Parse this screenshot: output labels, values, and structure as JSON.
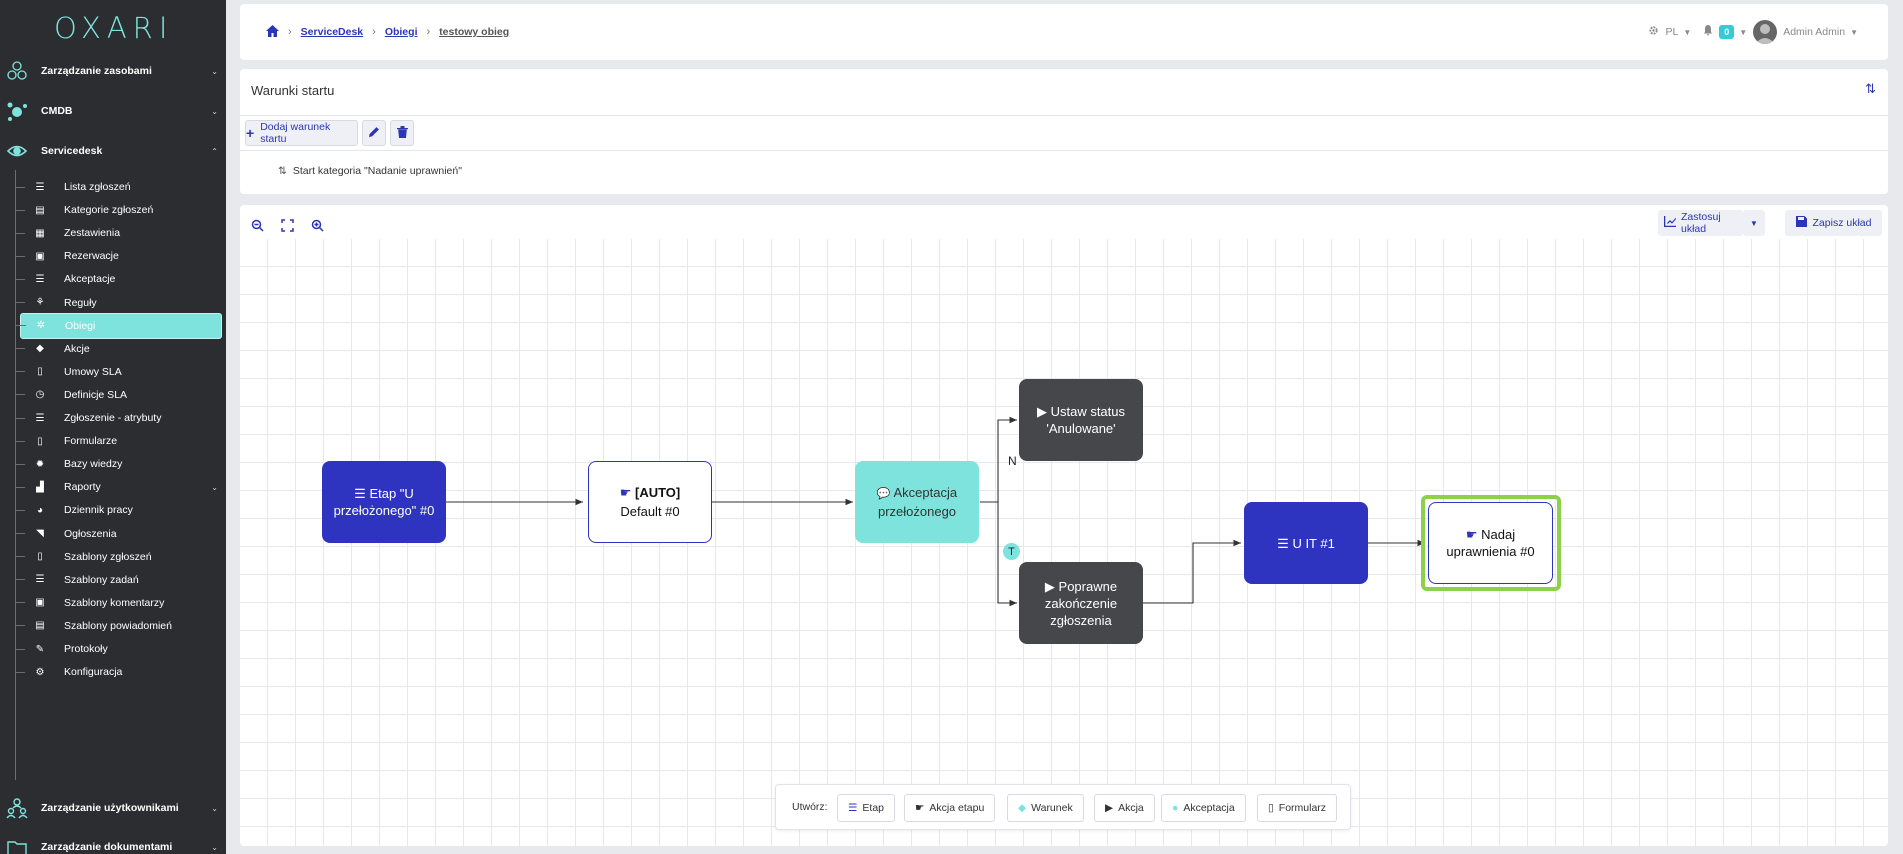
{
  "brand": {
    "logo": "OXARI",
    "accent": "#7ee3dc",
    "primary": "#2e34bf"
  },
  "sidebar": {
    "main": [
      {
        "label": "Zarządzanie zasobami",
        "icon": "rings-icon"
      },
      {
        "label": "CMDB",
        "icon": "molecule-icon"
      },
      {
        "label": "Servicedesk",
        "icon": "eye-cog-icon"
      }
    ],
    "items": [
      {
        "label": "Lista zgłoszeń",
        "icon": "list-icon"
      },
      {
        "label": "Kategorie zgłoszeń",
        "icon": "categories-icon"
      },
      {
        "label": "Zestawienia",
        "icon": "table-icon"
      },
      {
        "label": "Rezerwacje",
        "icon": "calendar-icon"
      },
      {
        "label": "Akceptacje",
        "icon": "list-check-icon"
      },
      {
        "label": "Reguły",
        "icon": "nodes-icon"
      },
      {
        "label": "Obiegi",
        "icon": "workflow-icon"
      },
      {
        "label": "Akcje",
        "icon": "diamond-icon"
      },
      {
        "label": "Umowy SLA",
        "icon": "document-icon"
      },
      {
        "label": "Definicje SLA",
        "icon": "stopwatch-icon"
      },
      {
        "label": "Zgłoszenie - atrybuty",
        "icon": "list-icon"
      },
      {
        "label": "Formularze",
        "icon": "form-icon"
      },
      {
        "label": "Bazy wiedzy",
        "icon": "bulb-icon"
      },
      {
        "label": "Raporty",
        "icon": "chart-icon"
      },
      {
        "label": "Dziennik pracy",
        "icon": "user-clock-icon"
      },
      {
        "label": "Ogłoszenia",
        "icon": "megaphone-icon"
      },
      {
        "label": "Szablony zgłoszeń",
        "icon": "document-icon"
      },
      {
        "label": "Szablony zadań",
        "icon": "list-icon"
      },
      {
        "label": "Szablony komentarzy",
        "icon": "comment-icon"
      },
      {
        "label": "Szablony powiadomień",
        "icon": "printer-icon"
      },
      {
        "label": "Protokoły",
        "icon": "signature-icon"
      },
      {
        "label": "Konfiguracja",
        "icon": "gears-icon"
      }
    ],
    "footer": [
      {
        "label": "Zarządzanie użytkownikami",
        "icon": "users-icon"
      },
      {
        "label": "Zarządzanie dokumentami",
        "icon": "folder-icon"
      }
    ]
  },
  "header": {
    "breadcrumbs": [
      "ServiceDesk",
      "Obiegi",
      "testowy obieg"
    ],
    "lang": "PL",
    "notifications": "0",
    "user": "Admin Admin"
  },
  "start": {
    "title": "Warunki startu",
    "add_button": "Dodaj warunek startu",
    "condition": "Start kategoria \"Nadanie uprawnień\""
  },
  "canvas": {
    "apply_layout": "Zastosuj układ",
    "save_layout": "Zapisz układ",
    "nodes": {
      "etap_u_przelozonego": "Etap \"U przełożonego\" #0",
      "auto_bold": "[AUTO]",
      "auto_rest": "Default #0",
      "akceptacja": "Akceptacja przełożonego",
      "ustaw_status": "Ustaw status 'Anulowane'",
      "poprawne": "Poprawne zakończenie zgłoszenia",
      "uit": "U IT #1",
      "nadaj": "Nadaj uprawnienia #0"
    },
    "edge_n": "N",
    "edge_t": "T"
  },
  "creator": {
    "label": "Utwórz:",
    "buttons": [
      "Etap",
      "Akcja etapu",
      "Warunek",
      "Akcja",
      "Akceptacja",
      "Formularz"
    ]
  }
}
